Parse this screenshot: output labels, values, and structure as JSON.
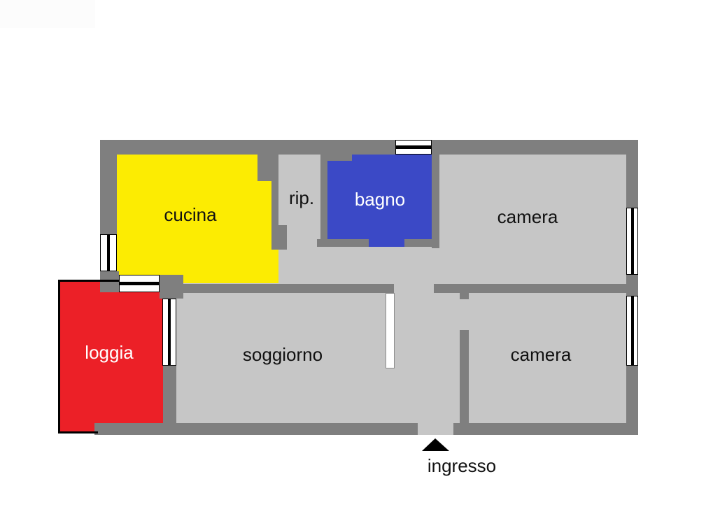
{
  "plan": {
    "type": "apartment-floor-plan",
    "rooms": [
      {
        "id": "cucina",
        "label": "cucina",
        "fill": "#fcec02",
        "label_color": "#111111"
      },
      {
        "id": "ripostiglio",
        "label": "rip.",
        "fill": "#c6c6c6",
        "label_color": "#111111"
      },
      {
        "id": "bagno",
        "label": "bagno",
        "fill": "#3b49c6",
        "label_color": "#ffffff"
      },
      {
        "id": "camera-top",
        "label": "camera",
        "fill": "#c6c6c6",
        "label_color": "#111111"
      },
      {
        "id": "loggia",
        "label": "loggia",
        "fill": "#ec2027",
        "label_color": "#ffffff"
      },
      {
        "id": "soggiorno",
        "label": "soggiorno",
        "fill": "#c6c6c6",
        "label_color": "#111111"
      },
      {
        "id": "camera-bottom",
        "label": "camera",
        "fill": "#c6c6c6",
        "label_color": "#111111"
      }
    ],
    "entrance": {
      "label": "ingresso",
      "marker": "black-triangle-arrow-up"
    },
    "symbols": {
      "windows": 6,
      "door_leaf": 1
    },
    "palette": {
      "wall": "#7f7f7f",
      "floor": "#c6c6c6",
      "window": "#ffffff",
      "loggia_outline": "#000000",
      "background": "#ffffff"
    }
  }
}
